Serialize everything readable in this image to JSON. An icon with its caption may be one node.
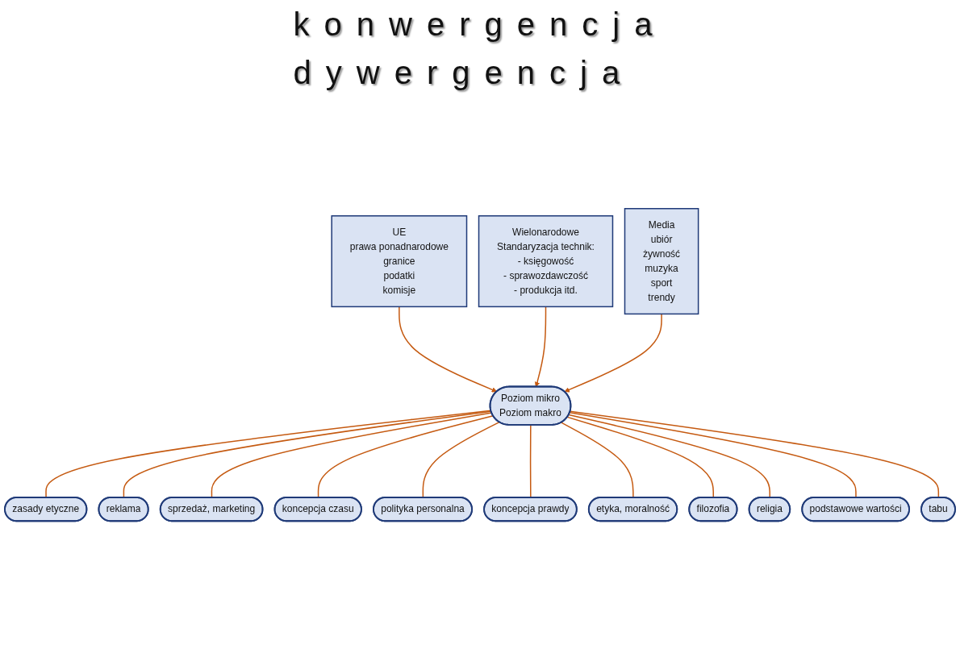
{
  "diagram": {
    "nodes": [
      {
        "text": [
          "UE",
          "prawa ponadnarodowe",
          "granice",
          "podatki",
          "komisje"
        ]
      },
      {
        "text": [
          "Wielonarodowe",
          "Standaryzacja technik:",
          "- księgowość",
          "- sprawozdawczość",
          "- produkcja itd."
        ]
      },
      {
        "text": [
          "Media",
          "ubiór",
          "żywność",
          "muzyka",
          "sport",
          "trendy"
        ]
      },
      {
        "text": [
          "Poziom mikro",
          "Poziom makro"
        ]
      },
      {
        "text": [
          "zasady etyczne"
        ]
      },
      {
        "text": [
          "reklama"
        ]
      },
      {
        "text": [
          "sprzedaż, marketing"
        ]
      },
      {
        "text": [
          "koncepcja czasu"
        ]
      },
      {
        "text": [
          "polityka personalna"
        ]
      },
      {
        "text": [
          "koncepcja prawdy"
        ]
      },
      {
        "text": [
          "etyka, moralność"
        ]
      },
      {
        "text": [
          "filozofia"
        ]
      },
      {
        "text": [
          "religia"
        ]
      },
      {
        "text": [
          "podstawowe wartości"
        ]
      },
      {
        "text": [
          "tabu"
        ]
      }
    ],
    "edges": [
      {
        "from": 0,
        "to": 3,
        "arrow": "to"
      },
      {
        "from": 1,
        "to": 3,
        "arrow": "to"
      },
      {
        "from": 2,
        "to": 3,
        "arrow": "to"
      },
      {
        "from": 3,
        "to": 4,
        "arrow": "none"
      },
      {
        "from": 3,
        "to": 5,
        "arrow": "none"
      },
      {
        "from": 3,
        "to": 6,
        "arrow": "none"
      },
      {
        "from": 3,
        "to": 7,
        "arrow": "none"
      },
      {
        "from": 3,
        "to": 8,
        "arrow": "none"
      },
      {
        "from": 3,
        "to": 9,
        "arrow": "none"
      },
      {
        "from": 3,
        "to": 10,
        "arrow": "none"
      },
      {
        "from": 3,
        "to": 11,
        "arrow": "none"
      },
      {
        "from": 3,
        "to": 12,
        "arrow": "none"
      },
      {
        "from": 3,
        "to": 13,
        "arrow": "none"
      },
      {
        "from": 3,
        "to": 14,
        "arrow": "none"
      }
    ],
    "labels": [
      "konwergencja",
      "dywergencja"
    ]
  }
}
